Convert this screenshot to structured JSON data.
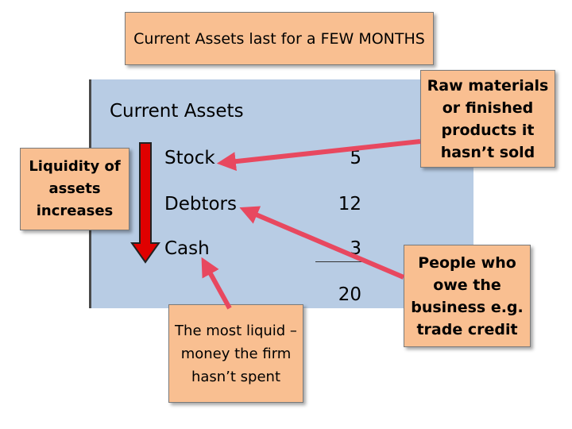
{
  "title": "Current Assets  last for a FEW MONTHS",
  "panel": {
    "heading": "Current Assets",
    "rows": [
      {
        "label": "Stock",
        "value": "5"
      },
      {
        "label": "Debtors",
        "value": "12"
      },
      {
        "label": "Cash",
        "value": "3"
      }
    ],
    "total": "20"
  },
  "liquidity_note": "Liquidity of assets increases",
  "callouts": {
    "stock": "Raw materials or finished products it hasn’t sold",
    "debtors": "People who owe the business e.g. trade credit",
    "cash": "The most liquid – money the firm hasn’t spent"
  },
  "colors": {
    "box_fill": "#f9bf91",
    "panel_fill": "#b8cce4",
    "arrow_red": "#e8485f"
  }
}
